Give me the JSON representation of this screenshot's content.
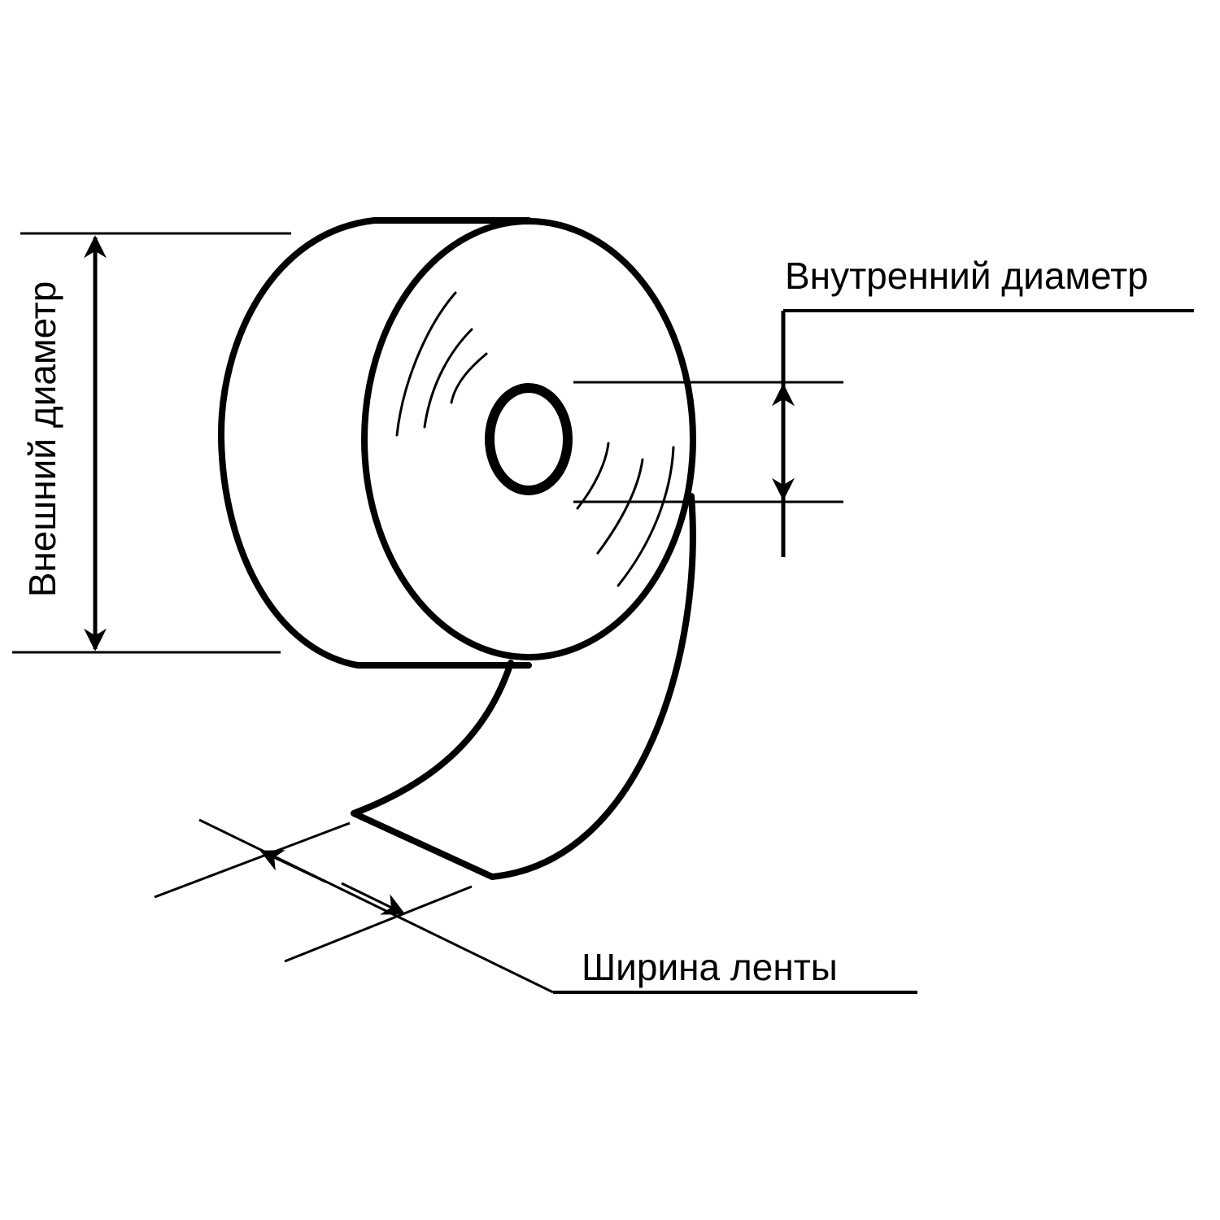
{
  "labels": {
    "outer_diameter": "Внешний диаметр",
    "inner_diameter": "Внутренний диаметр",
    "tape_width": "Ширина ленты"
  },
  "colors": {
    "stroke": "#000000",
    "background": "#ffffff"
  }
}
